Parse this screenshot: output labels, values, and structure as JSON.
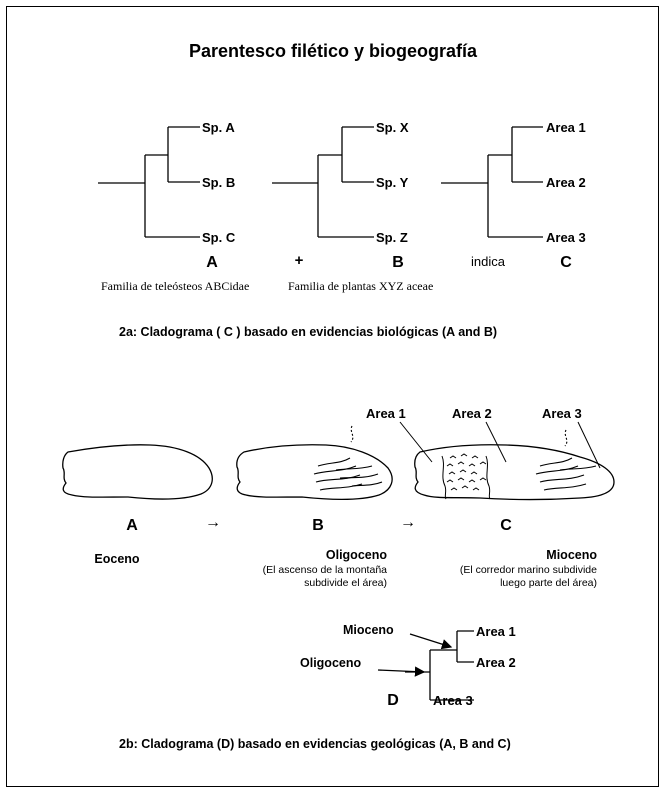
{
  "title": "Parentesco filético  y biogeografía",
  "cladograms_top": {
    "A": {
      "letter": "A",
      "leaves": [
        "Sp. A",
        "Sp. B",
        "Sp. C"
      ],
      "caption": "Familia de teleósteos  ABCidae"
    },
    "plus": "+",
    "B": {
      "letter": "B",
      "leaves": [
        "Sp. X",
        "Sp. Y",
        "Sp. Z"
      ],
      "caption": "Familia de plantas XYZ aceae"
    },
    "indica": "indica",
    "C": {
      "letter": "C",
      "leaves": [
        "Area 1",
        "Area 2",
        "Area 3"
      ]
    }
  },
  "caption_2a": "2a:  Cladograma ( C ) basado en evidencias biológicas (A and B)",
  "maps": {
    "area_labels": [
      "Area 1",
      "Area 2",
      "Area 3"
    ],
    "A": {
      "letter": "A",
      "epoch": "Eoceno"
    },
    "arrow1": "→",
    "B": {
      "letter": "B",
      "epoch": "Oligoceno",
      "note1": "(El ascenso de la montaña",
      "note2": "subdivide el área)"
    },
    "arrow2": "→",
    "C": {
      "letter": "C",
      "epoch": "Mioceno",
      "note1": "(El corredor marino subdivide",
      "note2": "luego parte del área)"
    }
  },
  "cladogram_D": {
    "letter": "D",
    "leaves": [
      "Area 1",
      "Area 2",
      "Area 3"
    ],
    "mioceno": "Mioceno",
    "oligoceno": "Oligoceno"
  },
  "caption_2b": "2b:  Cladograma (D) basado en evidencias geológicas  (A, B and  C)"
}
